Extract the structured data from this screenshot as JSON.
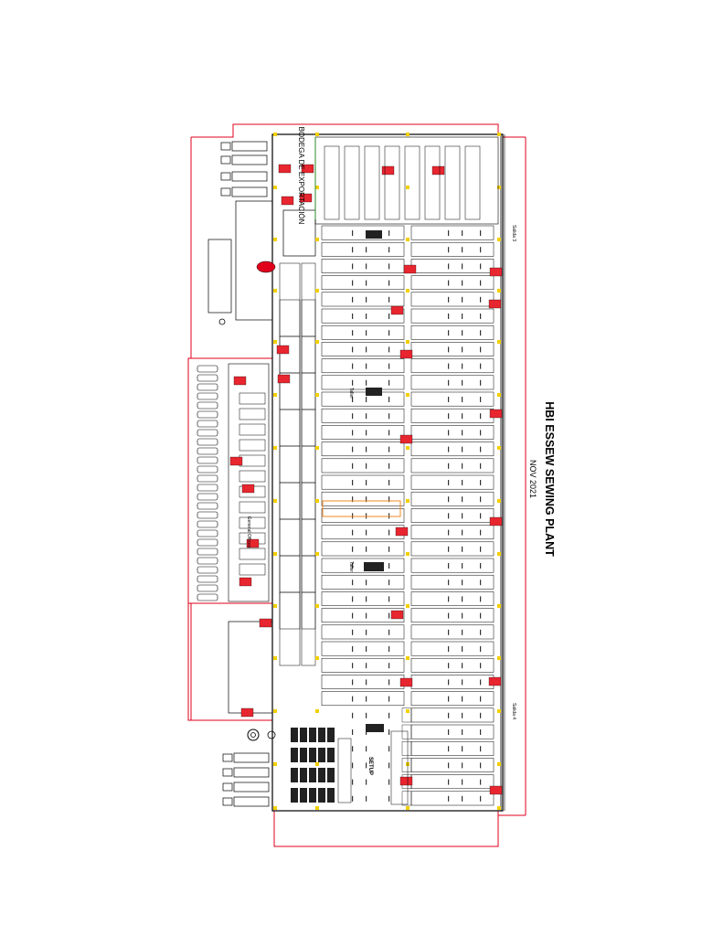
{
  "plan": {
    "title": "HBI ESSEW SEWING PLANT",
    "date": "NOV 2021",
    "labels": {
      "bodega": "BODEGA DE EXPORTACIÓN",
      "general_offices": "General Offices",
      "salida_3": "Salida 3",
      "salida_4": "Salida 4",
      "taller_1": "Taller",
      "taller_2": "Taller",
      "setup": "SETUP"
    }
  }
}
